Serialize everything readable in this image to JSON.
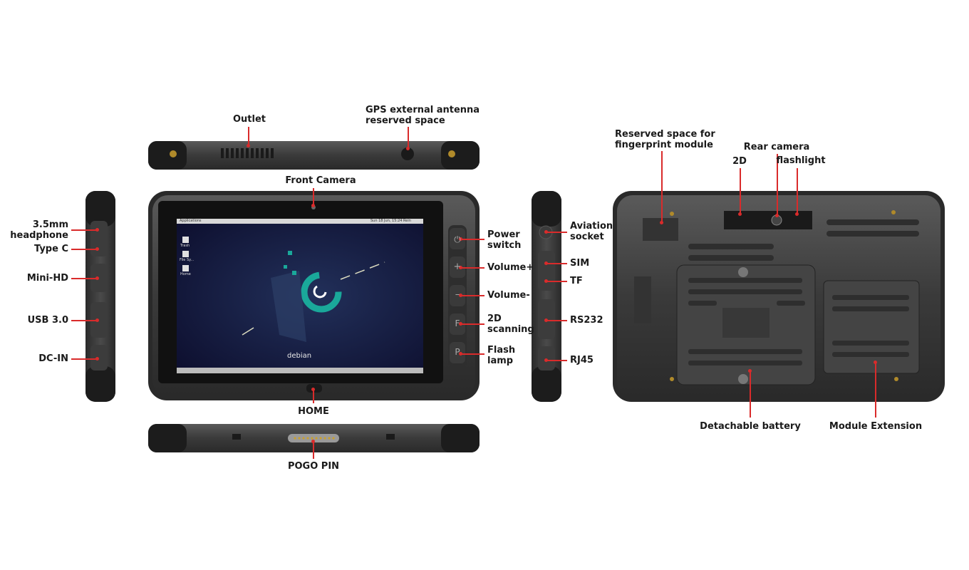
{
  "labels": {
    "outlet": "Outlet",
    "gps_1": "GPS external antenna",
    "gps_2": "reserved space",
    "front_camera": "Front Camera",
    "home": "HOME",
    "pogo_pin": "POGO PIN",
    "headphone_1": "3.5mm",
    "headphone_2": "headphone",
    "type_c": "Type C",
    "mini_hd": "Mini-HD",
    "usb3": "USB 3.0",
    "dc_in": "DC-IN",
    "power_1": "Power",
    "power_2": "switch",
    "volume_up": "Volume+",
    "volume_down": "Volume-",
    "scan_1": "2D",
    "scan_2": "scanning",
    "flash_1": "Flash",
    "flash_2": "lamp",
    "aviation_1": "Aviation",
    "aviation_2": "socket",
    "sim": "SIM",
    "tf": "TF",
    "rs232": "RS232",
    "rj45": "RJ45",
    "fingerprint_1": "Reserved space for",
    "fingerprint_2": "fingerprint module",
    "rear_camera": "Rear camera",
    "rear_2d": "2D",
    "flashlight": "flashlight",
    "battery": "Detachable battery",
    "module_ext": "Module Extension"
  },
  "screen": {
    "os_name": "debian",
    "top_left": "Applications",
    "clock": "Sun 18 Jun, 15:24 Rein",
    "desktop_icons": [
      "Trash",
      "File Sy...",
      "Home"
    ]
  },
  "buttons": {
    "vol_plus": "+",
    "vol_minus": "–",
    "scan": "F",
    "flash": "P"
  },
  "colors": {
    "body": "#3b3b3b",
    "bumper": "#1e1e1e",
    "accent_line": "#d92b2b",
    "screen_bg": "#15183a",
    "debian_teal": "#1aa89a"
  }
}
